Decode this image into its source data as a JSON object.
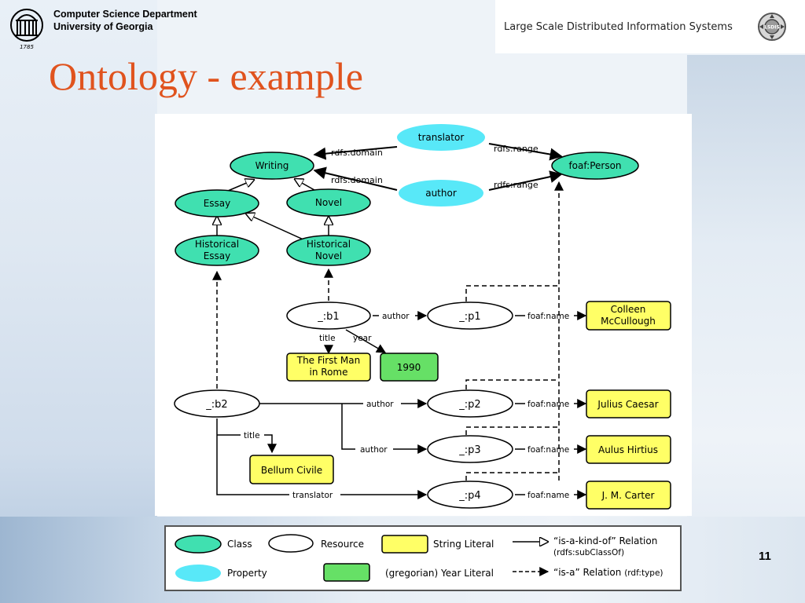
{
  "header": {
    "dept_line1": "Computer Science Department",
    "dept_line2": "University of Georgia",
    "logo_year": "1785",
    "lab_name": "Large Scale Distributed Information Systems",
    "lab_icon_text": "LSDIS"
  },
  "slide": {
    "title": "Ontology - example",
    "page_number": "11"
  },
  "diagram": {
    "nodes": {
      "translator": "translator",
      "author_prop": "author",
      "writing": "Writing",
      "foaf_person": "foaf:Person",
      "essay": "Essay",
      "novel": "Novel",
      "historical_essay_1": "Historical",
      "historical_essay_2": "Essay",
      "historical_novel_1": "Historical",
      "historical_novel_2": "Novel",
      "b1": "_:b1",
      "p1": "_:p1",
      "colleen_1": "Colleen",
      "colleen_2": "McCullough",
      "first_man_1": "The First Man",
      "first_man_2": "in Rome",
      "year_1990": "1990",
      "b2": "_:b2",
      "p2": "_:p2",
      "julius": "Julius Caesar",
      "p3": "_:p3",
      "aulus": "Aulus Hirtius",
      "bellum": "Bellum Civile",
      "p4": "_:p4",
      "carter": "J. M. Carter"
    },
    "edges": {
      "rdfs_domain_1": "rdfs:domain",
      "rdfs_range_1": "rdfs:range",
      "rdfs_domain_2": "rdfs:domain",
      "rdfs_range_2": "rdfs:range",
      "author_b1": "author",
      "foaf_name_p1": "foaf:name",
      "title_b1": "title",
      "year_b1": "year",
      "author_b2_p2": "author",
      "foaf_name_p2": "foaf:name",
      "author_b2_p3": "author",
      "foaf_name_p3": "foaf:name",
      "title_b2": "title",
      "translator_b2": "translator",
      "foaf_name_p4": "foaf:name"
    }
  },
  "legend": {
    "class": "Class",
    "resource": "Resource",
    "string_literal": "String Literal",
    "kind_of_1": "“is-a-kind-of” Relation",
    "kind_of_2": "(rdfs:subClassOf)",
    "property": "Property",
    "year_literal": "(gregorian) Year Literal",
    "is_a": "“is-a” Relation",
    "is_a_sub": "(rdf:type)"
  },
  "colors": {
    "title": "#e0531e",
    "class_fill": "#40e0b0",
    "property_fill": "#58e8f8",
    "string_literal_fill": "#ffff66",
    "year_literal_fill": "#66e066"
  }
}
